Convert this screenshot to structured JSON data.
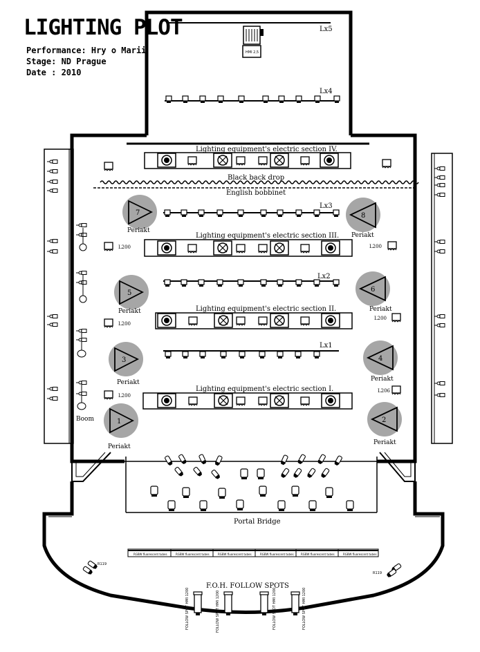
{
  "header": {
    "title": "LIGHTING PLOT",
    "performance": "Performance: Hry o Marii",
    "stage": "Stage: ND Prague",
    "date": "Date : 2010"
  },
  "bars": {
    "lx5": "Lx5",
    "lx4": "Lx4",
    "lx3": "Lx3",
    "lx2": "Lx2",
    "lx1": "Lx1",
    "hmi_label": "HMI 2,5"
  },
  "sections": {
    "s4": "Lighting equipment's electric section IV.",
    "s3": "Lighting equipment's electric section  III.",
    "s2": "Lighting equipment's electric section  II.",
    "s1": "Lighting equipment's electric section  I."
  },
  "drapes": {
    "back_drop": "Black back drop",
    "bobbinet": "English bobbinet"
  },
  "periakts": [
    {
      "number": "1",
      "label": "Periakt"
    },
    {
      "number": "2",
      "label": "Periakt"
    },
    {
      "number": "3",
      "label": "Periakt"
    },
    {
      "number": "4",
      "label": "Periakt"
    },
    {
      "number": "5",
      "label": "Periakt"
    },
    {
      "number": "6",
      "label": "Periakt"
    },
    {
      "number": "7",
      "label": "Periakt"
    },
    {
      "number": "8",
      "label": "Periakt"
    }
  ],
  "side_units": {
    "l200_left_1": "L200",
    "l200_left_2": "L200",
    "l200_left_3": "L200",
    "l200_right_2": "L200",
    "l200_right_3": "L200",
    "l206_right_4": "L206",
    "boom": "Boom"
  },
  "fixture_labels": {
    "l200": "L200",
    "r119": "R119"
  },
  "portal_bridge": "Portal Bridge",
  "foh_follow_spots": "F.O.H. FOLLOW SPOTS",
  "follow_spot_label": "FOLLOW SPOT HMI 1200",
  "fluorescent_label": "RGBW fluorescent tubes",
  "colors": {
    "periakt_fill": "#a6a6a6",
    "line": "#000000",
    "background": "#ffffff"
  }
}
